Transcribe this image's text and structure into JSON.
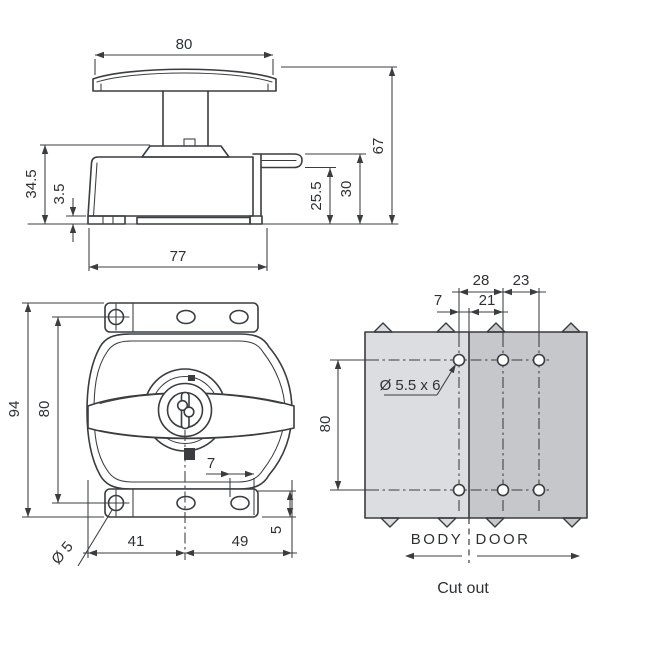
{
  "drawing": {
    "colors": {
      "line": "#3a3c40",
      "body_panel_fill": "#dcdde0",
      "door_panel_fill": "#c6c7ca",
      "background": "#ffffff"
    },
    "side_view": {
      "dims": {
        "handle_width": "80",
        "total_height": "67",
        "body_height": "34.5",
        "flange_thickness": "3.5",
        "latch_underside_height": "25.5",
        "latch_top_height": "30",
        "base_width": "77"
      }
    },
    "front_view": {
      "dims": {
        "overall_height": "94",
        "mounting_hole_spacing": "80",
        "slot_width": "7",
        "slot_edge_distance": "5",
        "center_to_left": "41",
        "center_to_right": "49",
        "mounting_hole_diameter": "Ø 5"
      }
    },
    "cutout_view": {
      "dims": {
        "col1_to_col2": "28",
        "col2_to_col3": "23",
        "col1_to_edge": "7",
        "edge_to_col2": "21",
        "row_spacing": "80"
      },
      "hole_note": "Ø 5.5 x 6",
      "body_label": "BODY",
      "door_label": "DOOR",
      "caption": "Cut out"
    }
  }
}
